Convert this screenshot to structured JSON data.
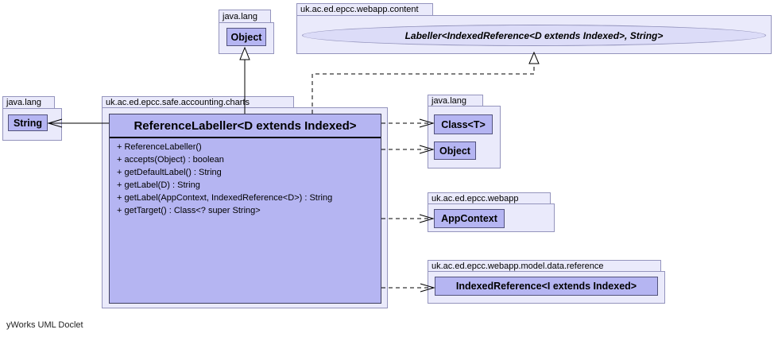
{
  "packages": {
    "java_lang_top": "java.lang",
    "webapp_content": "uk.ac.ed.epcc.webapp.content",
    "java_lang_left": "java.lang",
    "charts": "uk.ac.ed.epcc.safe.accounting.charts",
    "java_lang_right": "java.lang",
    "webapp": "uk.ac.ed.epcc.webapp",
    "model_data_reference": "uk.ac.ed.epcc.webapp.model.data.reference"
  },
  "interfaces": {
    "labeller": "Labeller<IndexedReference<D extends Indexed>, String>"
  },
  "classes": {
    "object_top": "Object",
    "string": "String",
    "class_t": "Class<T>",
    "object_right": "Object",
    "app_context": "AppContext",
    "indexed_reference": "IndexedReference<I extends Indexed>"
  },
  "main_class": {
    "title": "ReferenceLabeller<D extends Indexed>",
    "methods": [
      "+ ReferenceLabeller()",
      "+ accepts(Object) : boolean",
      "+ getDefaultLabel() : String",
      "+ getLabel(D) : String",
      "+ getLabel(AppContext, IndexedReference<D>) : String",
      "+ getTarget() : Class<? super String>"
    ]
  },
  "footer": "yWorks UML Doclet",
  "colors": {
    "package_fill": "#eaeafb",
    "package_border": "#9494bd",
    "class_fill": "#b5b5f2",
    "class_border": "#53537d",
    "ellipse_fill": "#dcdcf8",
    "edge": "#000000"
  }
}
